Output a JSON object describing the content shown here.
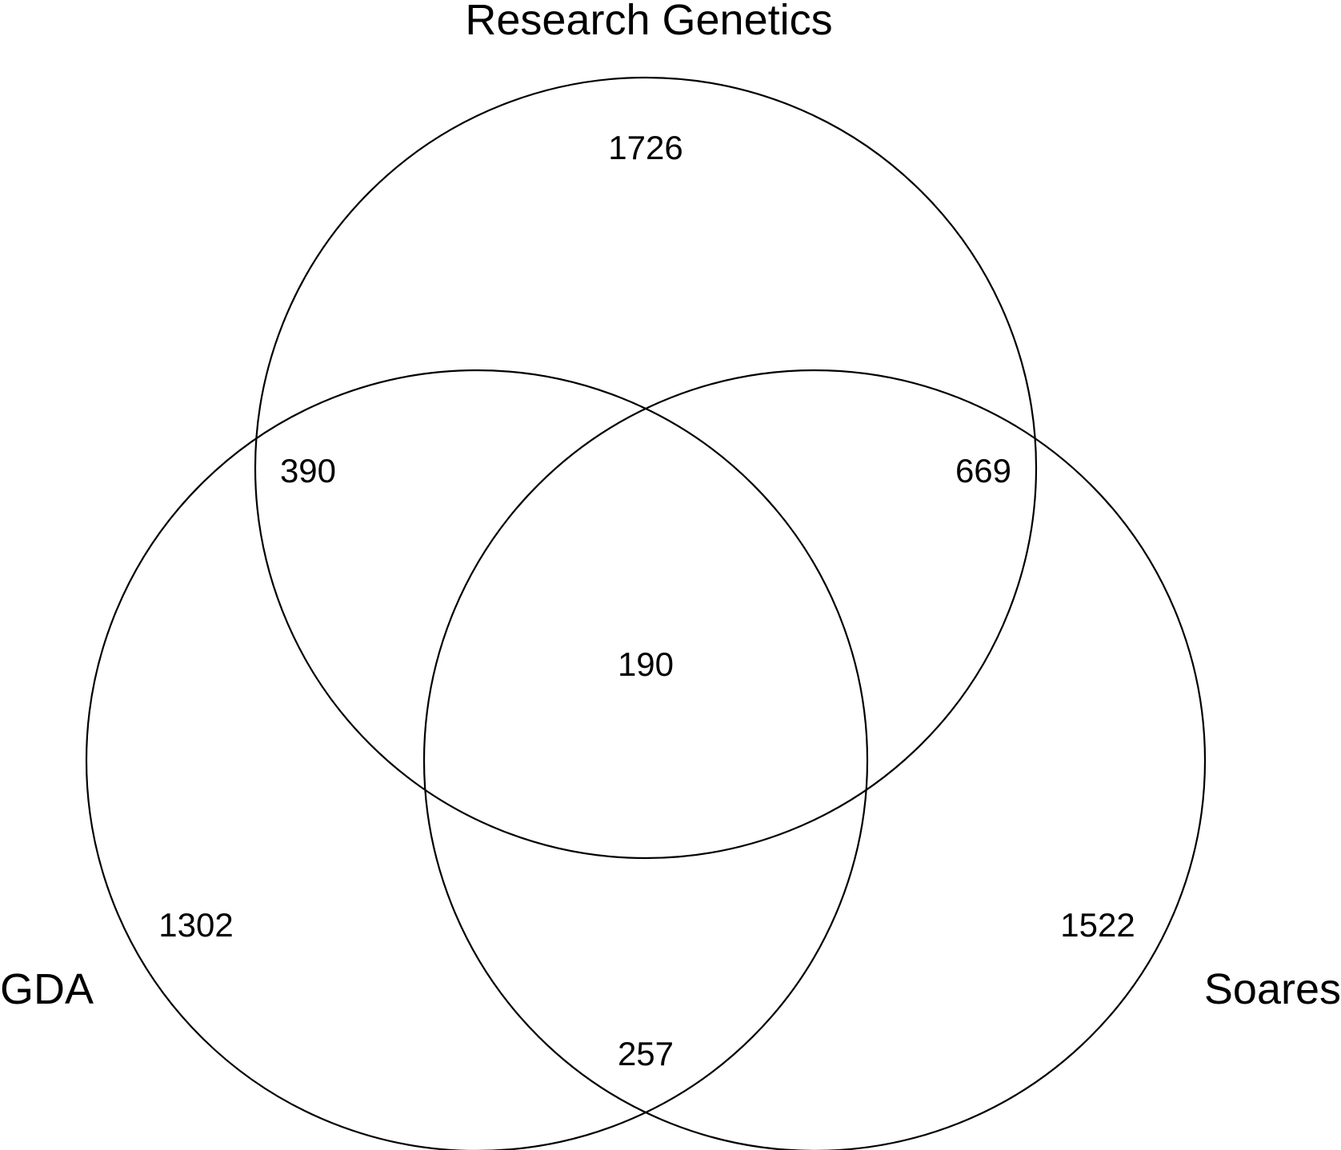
{
  "diagram": {
    "type": "venn",
    "sets": {
      "research_genetics": "Research Genetics",
      "gda": "GDA",
      "soares": "Soares"
    },
    "regions": {
      "research_genetics_only": "1726",
      "gda_and_research_genetics": "390",
      "research_genetics_and_soares": "669",
      "all_three": "190",
      "gda_only": "1302",
      "soares_only": "1522",
      "gda_and_soares": "257"
    },
    "colors": {
      "stroke": "#000000",
      "background": "#ffffff",
      "text": "#000000"
    }
  }
}
